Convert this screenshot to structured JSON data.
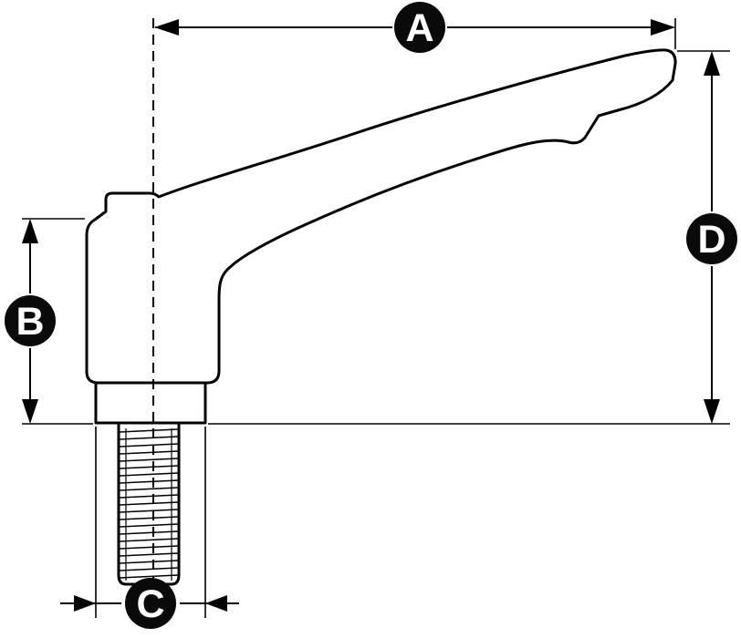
{
  "diagram": {
    "dimension_labels": {
      "a": "A",
      "b": "B",
      "c": "C",
      "d": "D"
    },
    "colors": {
      "line": "#000000",
      "label_background": "#0a0a0a",
      "label_text": "#ffffff",
      "background": "#ffffff"
    }
  }
}
